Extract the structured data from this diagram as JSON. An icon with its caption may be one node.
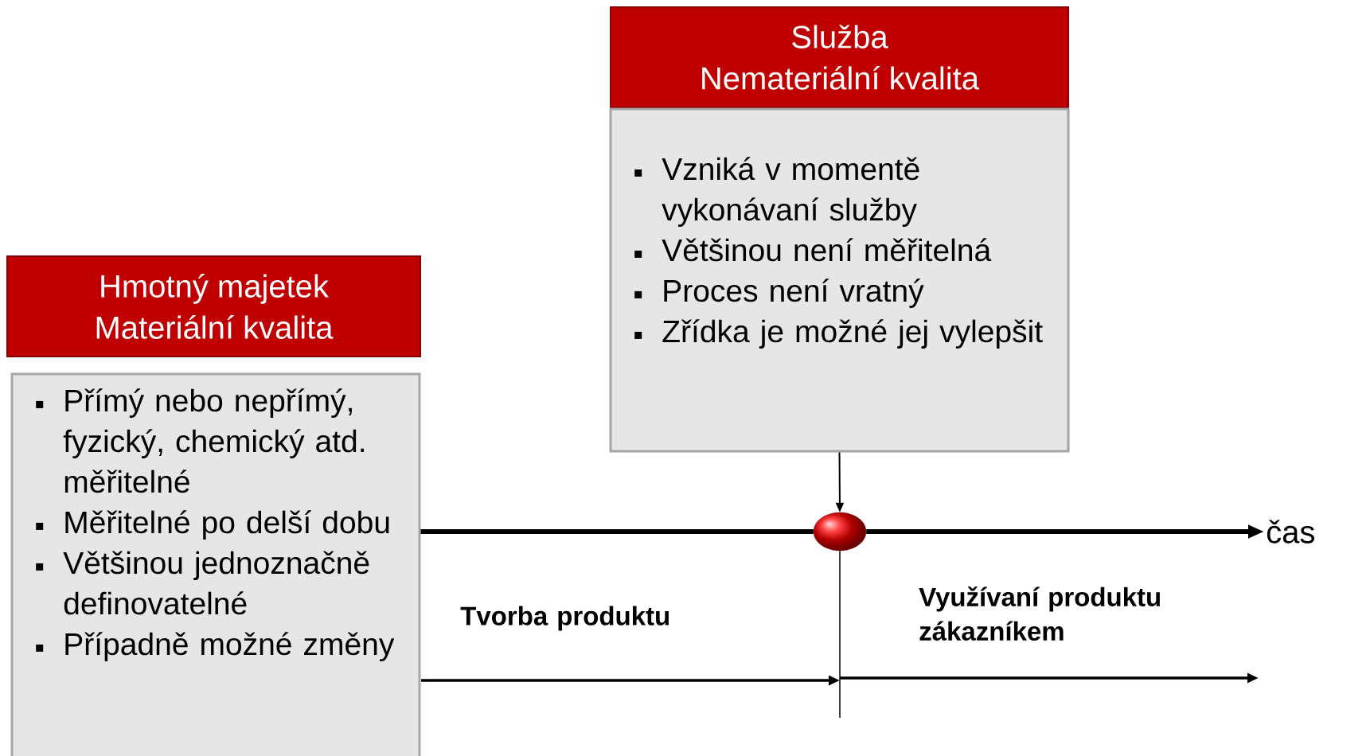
{
  "diagram": {
    "nodes": [
      {
        "text": [
          "Hmotný majetek",
          "Materiální kvalita"
        ]
      },
      {
        "text": [
          "Přímý nebo nepřímý, fyzický, chemický atd. měřitelné",
          "Měřitelné po delší dobu",
          "Většinou jednoznačně definovatelné",
          "Případně možné změny"
        ]
      },
      {
        "text": [
          "Služba",
          "Nemateriální kvalita"
        ]
      },
      {
        "text": [
          "Vzniká v momentě vykonávaní služby",
          "Většinou není měřitelná",
          "Proces není vratný",
          "Zřídka je možné jej vylepšit"
        ]
      },
      {
        "text": [],
        "shape": "circle"
      },
      {
        "text": [
          "čas"
        ]
      }
    ],
    "edges": [
      {
        "from": 1,
        "to": 4,
        "arrow": "none"
      },
      {
        "from": 4,
        "to": 5,
        "arrow": "to"
      },
      {
        "from": 3,
        "to": 4,
        "arrow": "to"
      }
    ],
    "labels": [
      "Tvorba produktu",
      "Využívaní produktu zákazníkem"
    ]
  }
}
